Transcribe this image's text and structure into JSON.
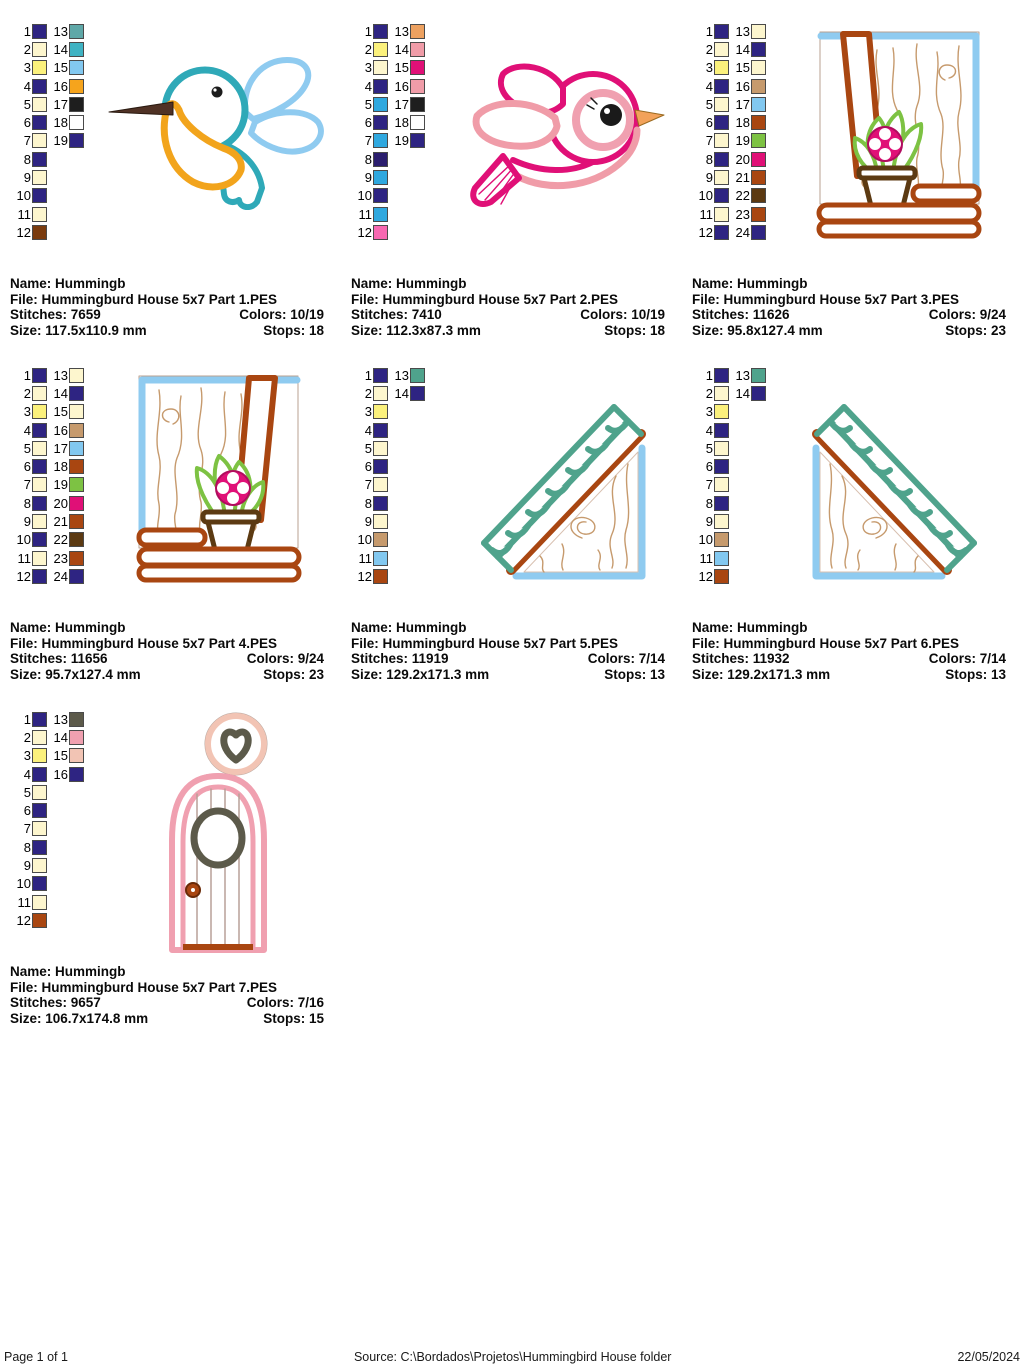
{
  "labels": {
    "name": "Name:",
    "file": "File:",
    "stitches": "Stitches:",
    "colors": "Colors:",
    "size": "Size:",
    "stops": "Stops:"
  },
  "footer": {
    "page": "Page 1 of 1",
    "source": "Source: C:\\Bordados\\Projetos\\Hummingbird House folder",
    "date": "22/05/2024"
  },
  "designs": [
    {
      "thumbnail": "hummingbird-blue",
      "flip": false,
      "name": "Hummingb",
      "file": "Hummingburd House 5x7 Part 1.PES",
      "stitches": "7659",
      "colors": "10/19",
      "size": "117.5x110.9 mm",
      "stops": "18",
      "palette": [
        "#2E2482",
        "#FDF6CE",
        "#FBF17C",
        "#2E2482",
        "#FDF6CE",
        "#2E2482",
        "#FDF6CE",
        "#2E2482",
        "#FDF6CE",
        "#2E2482",
        "#FDF6CE",
        "#7A3B0E",
        "#5FA8A8",
        "#3FB3C3",
        "#82C8F0",
        "#F6A41C",
        "#1E1E1E",
        "#FFFFFF",
        "#2E2482"
      ]
    },
    {
      "thumbnail": "pinkbird",
      "flip": false,
      "name": "Hummingb",
      "file": "Hummingburd House 5x7 Part 2.PES",
      "stitches": "7410",
      "colors": "10/19",
      "size": "112.3x87.3 mm",
      "stops": "18",
      "palette": [
        "#2E2482",
        "#FBF17C",
        "#FDF6CE",
        "#2E2482",
        "#2FA8DF",
        "#2E2482",
        "#2FA8DF",
        "#2B1E6E",
        "#2FA8DF",
        "#2E2482",
        "#2FA8DF",
        "#F768B1",
        "#EDA160",
        "#F09CA8",
        "#E01077",
        "#F09CA8",
        "#1E1E1E",
        "#FFFFFF",
        "#2E2482"
      ]
    },
    {
      "thumbnail": "window",
      "flip": false,
      "name": "Hummingb",
      "file": "Hummingburd House 5x7 Part 3.PES",
      "stitches": "11626",
      "colors": "9/24",
      "size": "95.8x127.4 mm",
      "stops": "23",
      "palette": [
        "#2E2482",
        "#FDF6CE",
        "#FBF17C",
        "#2E2482",
        "#FDF6CE",
        "#2E2482",
        "#FDF6CE",
        "#2E2482",
        "#FDF6CE",
        "#2E2482",
        "#FDF6CE",
        "#2E2482",
        "#FDF6CE",
        "#2E2482",
        "#FDF6CE",
        "#C69A6D",
        "#82C8F0",
        "#A94611",
        "#7DC243",
        "#E01077",
        "#A94611",
        "#5C3A12",
        "#A94611",
        "#2E2482"
      ]
    },
    {
      "thumbnail": "window",
      "flip": true,
      "name": "Hummingb",
      "file": "Hummingburd House 5x7 Part 4.PES",
      "stitches": "11656",
      "colors": "9/24",
      "size": "95.7x127.4 mm",
      "stops": "23",
      "palette": [
        "#2E2482",
        "#FDF6CE",
        "#FBF17C",
        "#2E2482",
        "#FDF6CE",
        "#2E2482",
        "#FDF6CE",
        "#2E2482",
        "#FDF6CE",
        "#2E2482",
        "#FDF6CE",
        "#2E2482",
        "#FDF6CE",
        "#2E2482",
        "#FDF6CE",
        "#C69A6D",
        "#82C8F0",
        "#A94611",
        "#7DC243",
        "#E01077",
        "#A94611",
        "#5C3A12",
        "#A94611",
        "#2E2482"
      ]
    },
    {
      "thumbnail": "roof",
      "flip": false,
      "name": "Hummingb",
      "file": "Hummingburd House 5x7 Part 5.PES",
      "stitches": "11919",
      "colors": "7/14",
      "size": "129.2x171.3 mm",
      "stops": "13",
      "palette": [
        "#2E2482",
        "#FDF6CE",
        "#FBF17C",
        "#2E2482",
        "#FDF6CE",
        "#2E2482",
        "#FDF6CE",
        "#2E2482",
        "#FDF6CE",
        "#C69A6D",
        "#82C8F0",
        "#A94611",
        "#4FA38C",
        "#2E2482"
      ]
    },
    {
      "thumbnail": "roof",
      "flip": true,
      "name": "Hummingb",
      "file": "Hummingburd House 5x7 Part 6.PES",
      "stitches": "11932",
      "colors": "7/14",
      "size": "129.2x171.3 mm",
      "stops": "13",
      "palette": [
        "#2E2482",
        "#FDF6CE",
        "#FBF17C",
        "#2E2482",
        "#FDF6CE",
        "#2E2482",
        "#FDF6CE",
        "#2E2482",
        "#FDF6CE",
        "#C69A6D",
        "#82C8F0",
        "#A94611",
        "#4FA38C",
        "#2E2482"
      ]
    },
    {
      "thumbnail": "door",
      "flip": false,
      "name": "Hummingb",
      "file": "Hummingburd House 5x7 Part 7.PES",
      "stitches": "9657",
      "colors": "7/16",
      "size": "106.7x174.8 mm",
      "stops": "15",
      "palette": [
        "#2E2482",
        "#FDF6CE",
        "#FBF17C",
        "#2E2482",
        "#FDF6CE",
        "#2E2482",
        "#FDF6CE",
        "#2E2482",
        "#FDF6CE",
        "#2E2482",
        "#FDF6CE",
        "#A94611",
        "#5C5A4A",
        "#F0A0B0",
        "#F2C4B4",
        "#2E2482"
      ]
    }
  ]
}
